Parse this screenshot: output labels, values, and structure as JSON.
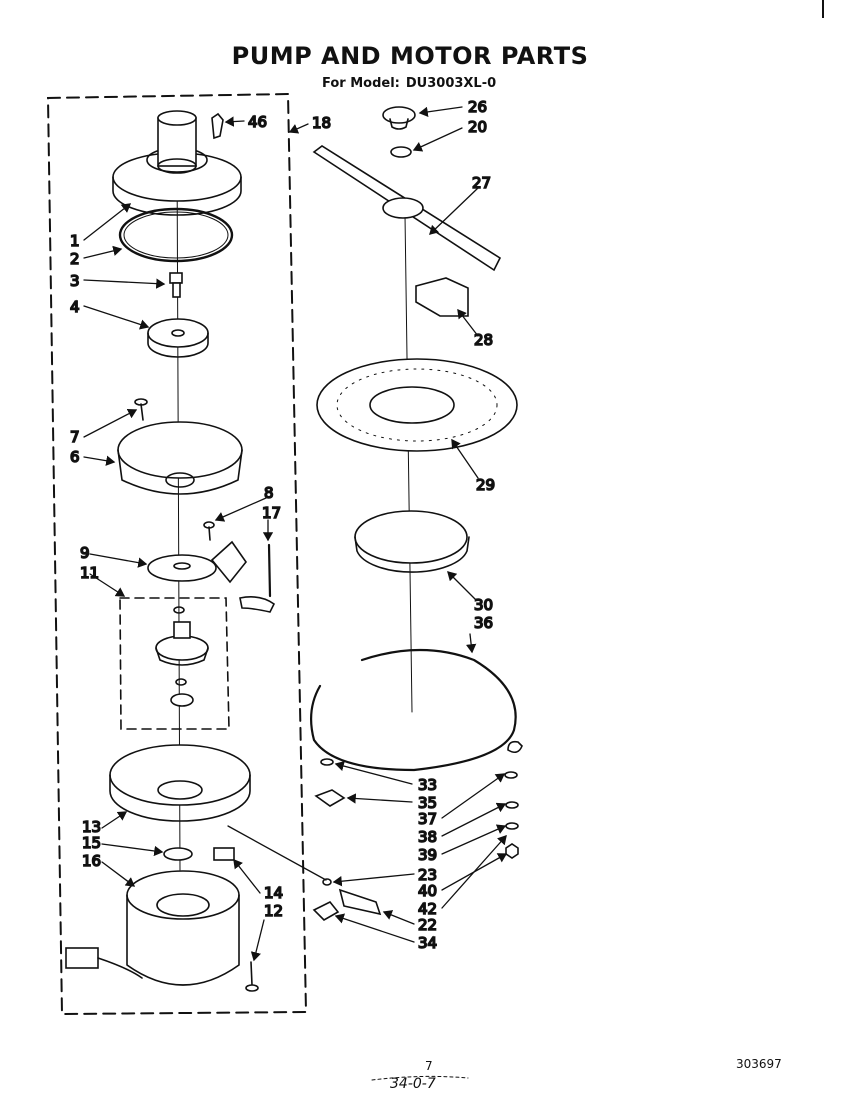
{
  "title": "PUMP AND MOTOR PARTS",
  "subtitle": {
    "prefix": "For Model:",
    "model": "DU3003XL-0"
  },
  "footer": {
    "page": "7",
    "handwritten": "34-0-7",
    "doc_number": "303697"
  },
  "callouts": [
    {
      "id": "46",
      "text": "46"
    },
    {
      "id": "18",
      "text": "18"
    },
    {
      "id": "1",
      "text": "1"
    },
    {
      "id": "2",
      "text": "2"
    },
    {
      "id": "3",
      "text": "3"
    },
    {
      "id": "4",
      "text": "4"
    },
    {
      "id": "7",
      "text": "7"
    },
    {
      "id": "6",
      "text": "6"
    },
    {
      "id": "8",
      "text": "8"
    },
    {
      "id": "17",
      "text": "17"
    },
    {
      "id": "9",
      "text": "9"
    },
    {
      "id": "11",
      "text": "11"
    },
    {
      "id": "13",
      "text": "13"
    },
    {
      "id": "15",
      "text": "15"
    },
    {
      "id": "16",
      "text": "16"
    },
    {
      "id": "14",
      "text": "14"
    },
    {
      "id": "12",
      "text": "12"
    },
    {
      "id": "26",
      "text": "26"
    },
    {
      "id": "20",
      "text": "20"
    },
    {
      "id": "27",
      "text": "27"
    },
    {
      "id": "28",
      "text": "28"
    },
    {
      "id": "29",
      "text": "29"
    },
    {
      "id": "30",
      "text": "30"
    },
    {
      "id": "36",
      "text": "36"
    },
    {
      "id": "33",
      "text": "33"
    },
    {
      "id": "35",
      "text": "35"
    },
    {
      "id": "37",
      "text": "37"
    },
    {
      "id": "38",
      "text": "38"
    },
    {
      "id": "39",
      "text": "39"
    },
    {
      "id": "23",
      "text": "23"
    },
    {
      "id": "40",
      "text": "40"
    },
    {
      "id": "42",
      "text": "42"
    },
    {
      "id": "22",
      "text": "22"
    },
    {
      "id": "34",
      "text": "34"
    }
  ]
}
